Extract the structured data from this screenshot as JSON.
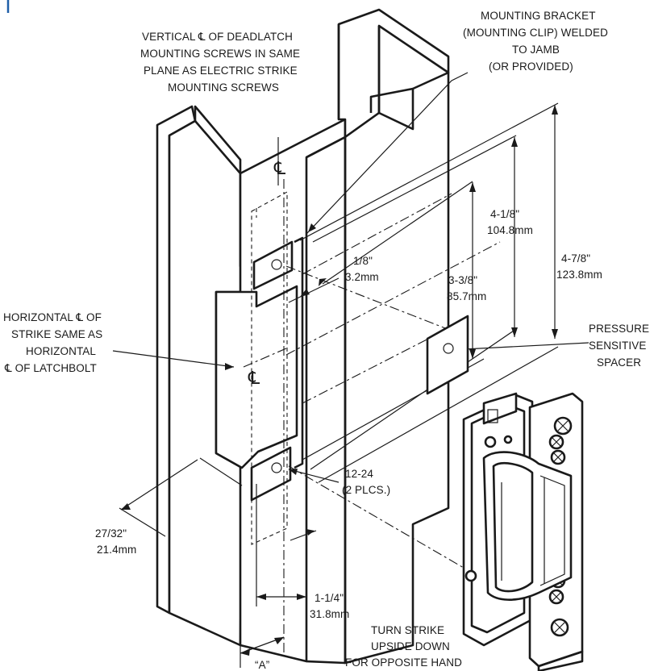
{
  "accent_color": "#1f5fa8",
  "ink_color": "#1a1a1a",
  "labels": {
    "vertical_cl": [
      "VERTICAL ℄ OF DEADLATCH",
      "MOUNTING SCREWS IN SAME",
      "PLANE AS ELECTRIC STRIKE",
      "MOUNTING SCREWS"
    ],
    "mounting_bracket": [
      "MOUNTING BRACKET",
      "(MOUNTING CLIP) WELDED",
      "TO JAMB",
      "(OR PROVIDED)"
    ],
    "horizontal_cl": [
      "HORIZONTAL ℄ OF",
      "STRIKE SAME AS",
      "HORIZONTAL",
      "℄ OF LATCHBOLT"
    ],
    "pressure_spacer": [
      "PRESSURE",
      "SENSITIVE",
      "SPACER"
    ],
    "dim_1_8": [
      "1/8\"",
      "3.2mm"
    ],
    "dim_4_1_8": [
      "4-1/8\"",
      "104.8mm"
    ],
    "dim_4_7_8": [
      "4-7/8\"",
      "123.8mm"
    ],
    "dim_3_3_8": [
      "3-3/8\"",
      "85.7mm"
    ],
    "screw_spec": [
      "12-24",
      "(2 PLCS.)"
    ],
    "dim_27_32": [
      "27/32\"",
      "21.4mm"
    ],
    "dim_1_1_4": [
      "1-1/4\"",
      "31.8mm"
    ],
    "turn_strike": [
      "TURN STRIKE",
      "UPSIDE DOWN",
      "FOR OPPOSITE HAND"
    ],
    "dim_a": "“A”",
    "cl_symbol": "℄"
  }
}
